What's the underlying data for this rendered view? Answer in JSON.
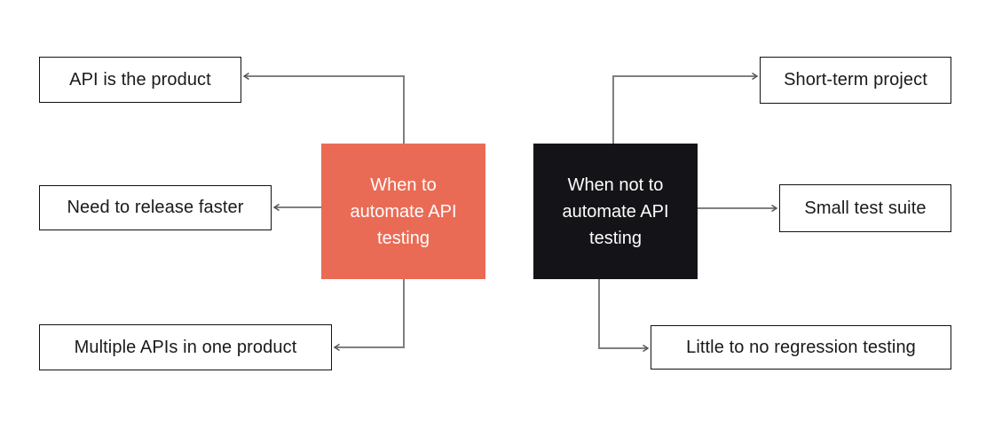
{
  "colors": {
    "hub_left_background": "#ea6b55",
    "hub_right_background": "#141418",
    "connector": "#7f7f7f",
    "arrowhead": "#4f4f4f",
    "leaf_border": "#111111",
    "leaf_text": "#1a1a1a",
    "hub_text": "#fdfdfd",
    "page_background": "#ffffff"
  },
  "left_group": {
    "hub": {
      "label": "When to\nautomate API\ntesting"
    },
    "items": [
      {
        "label": "API is the product"
      },
      {
        "label": "Need to release faster"
      },
      {
        "label": "Multiple APIs in one product"
      }
    ]
  },
  "right_group": {
    "hub": {
      "label": "When not to\nautomate API\ntesting"
    },
    "items": [
      {
        "label": "Short-term project"
      },
      {
        "label": "Small test suite"
      },
      {
        "label": "Little to no regression testing"
      }
    ]
  }
}
